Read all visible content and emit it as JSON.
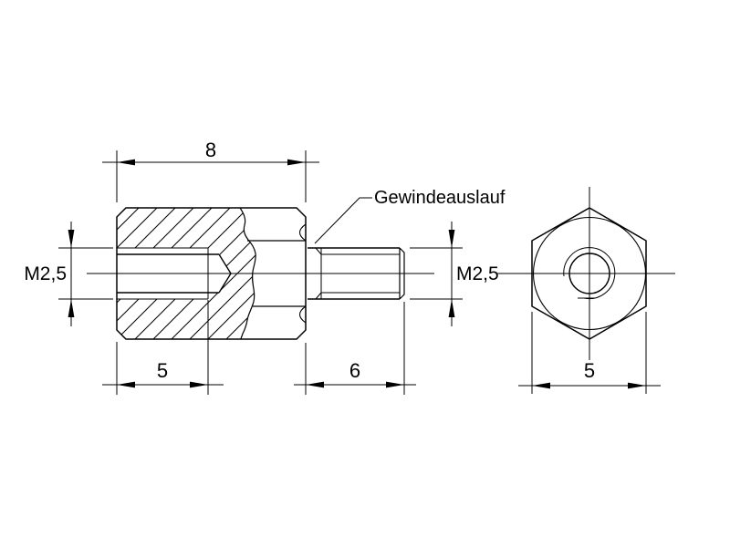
{
  "drawing": {
    "type": "technical-drawing",
    "subject": "hex standoff with male and female thread, side section view and hexagonal end view",
    "colors": {
      "line": "#000000",
      "background": "#ffffff"
    },
    "side_view": {
      "overall_length_label": "8",
      "female_thread_depth_label": "5",
      "stud_length_label": "6",
      "female_thread_label": "M2,5",
      "male_thread_label": "M2,5",
      "runout_note": "Gewindeauslauf"
    },
    "end_view": {
      "width_across_flats_label": "5"
    }
  }
}
